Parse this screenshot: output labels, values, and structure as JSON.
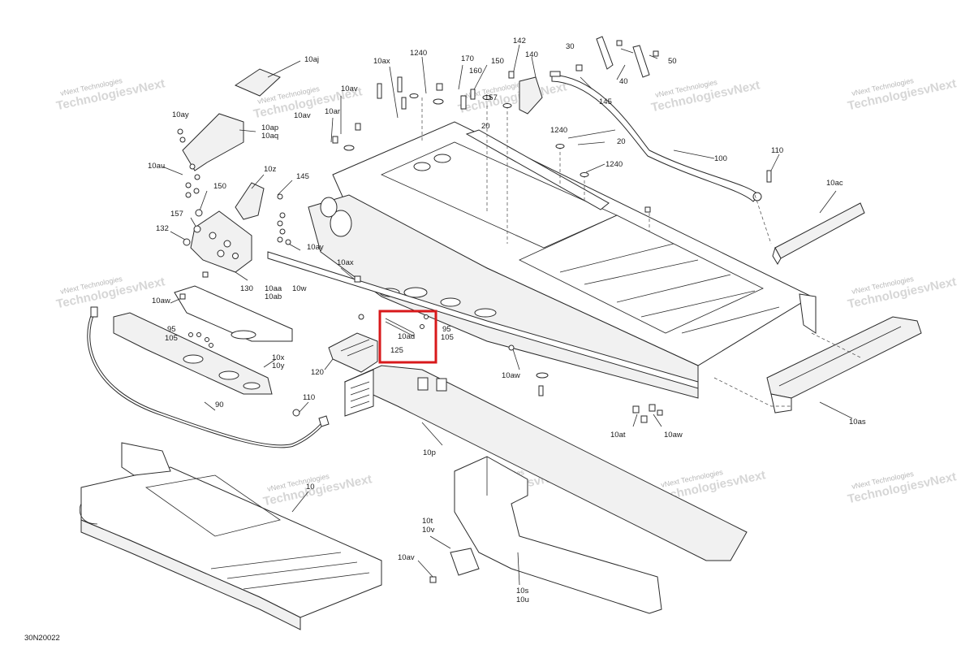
{
  "diagram": {
    "reference_code": "30N20022",
    "watermark_line1": "vNext Technologies",
    "watermark_line2": "TechnologiesvNext",
    "labels": [
      {
        "id": "l-10aj",
        "text": "10aj"
      },
      {
        "id": "l-10ax-top",
        "text": "10ax"
      },
      {
        "id": "l-1240-a",
        "text": "1240"
      },
      {
        "id": "l-170",
        "text": "170"
      },
      {
        "id": "l-150-top",
        "text": "150"
      },
      {
        "id": "l-142",
        "text": "142"
      },
      {
        "id": "l-30",
        "text": "30"
      },
      {
        "id": "l-50",
        "text": "50"
      },
      {
        "id": "l-160",
        "text": "160"
      },
      {
        "id": "l-140",
        "text": "140"
      },
      {
        "id": "l-40",
        "text": "40"
      },
      {
        "id": "l-157-top",
        "text": "157"
      },
      {
        "id": "l-145-top",
        "text": "145"
      },
      {
        "id": "l-10av-top",
        "text": "10av"
      },
      {
        "id": "l-10ar",
        "text": "10ar"
      },
      {
        "id": "l-10ay-top",
        "text": "10ay"
      },
      {
        "id": "l-10av-b",
        "text": "10av"
      },
      {
        "id": "l-10ap",
        "text": "10ap"
      },
      {
        "id": "l-10aq",
        "text": "10aq"
      },
      {
        "id": "l-20-a",
        "text": "20"
      },
      {
        "id": "l-1240-b",
        "text": "1240"
      },
      {
        "id": "l-20-b",
        "text": "20"
      },
      {
        "id": "l-1240-c",
        "text": "1240"
      },
      {
        "id": "l-100",
        "text": "100"
      },
      {
        "id": "l-110-top",
        "text": "110"
      },
      {
        "id": "l-10au",
        "text": "10au"
      },
      {
        "id": "l-10z",
        "text": "10z"
      },
      {
        "id": "l-145-mid",
        "text": "145"
      },
      {
        "id": "l-150-mid",
        "text": "150"
      },
      {
        "id": "l-10ac",
        "text": "10ac"
      },
      {
        "id": "l-157-mid",
        "text": "157"
      },
      {
        "id": "l-132",
        "text": "132"
      },
      {
        "id": "l-10ay-mid",
        "text": "10ay"
      },
      {
        "id": "l-10ax-mid",
        "text": "10ax"
      },
      {
        "id": "l-130",
        "text": "130"
      },
      {
        "id": "l-10aa",
        "text": "10aa"
      },
      {
        "id": "l-10w",
        "text": "10w"
      },
      {
        "id": "l-10ab",
        "text": "10ab"
      },
      {
        "id": "l-10aw-l",
        "text": "10aw"
      },
      {
        "id": "l-95-l",
        "text": "95"
      },
      {
        "id": "l-105-l",
        "text": "105"
      },
      {
        "id": "l-10ad",
        "text": "10ad"
      },
      {
        "id": "l-95-r",
        "text": "95"
      },
      {
        "id": "l-105-r",
        "text": "105"
      },
      {
        "id": "l-125",
        "text": "125"
      },
      {
        "id": "l-10x",
        "text": "10x"
      },
      {
        "id": "l-10y",
        "text": "10y"
      },
      {
        "id": "l-120",
        "text": "120"
      },
      {
        "id": "l-10aw-m",
        "text": "10aw"
      },
      {
        "id": "l-110-bot",
        "text": "110"
      },
      {
        "id": "l-90",
        "text": "90"
      },
      {
        "id": "l-10at",
        "text": "10at"
      },
      {
        "id": "l-10aw-r",
        "text": "10aw"
      },
      {
        "id": "l-10as",
        "text": "10as"
      },
      {
        "id": "l-10p",
        "text": "10p"
      },
      {
        "id": "l-10",
        "text": "10"
      },
      {
        "id": "l-10t",
        "text": "10t"
      },
      {
        "id": "l-10v",
        "text": "10v"
      },
      {
        "id": "l-10av-bot",
        "text": "10av"
      },
      {
        "id": "l-10s",
        "text": "10s"
      },
      {
        "id": "l-10u",
        "text": "10u"
      }
    ],
    "highlight_color": "#d8191b",
    "line_color": "#2a2a2a",
    "watermark_color": "#b8b8b8"
  }
}
